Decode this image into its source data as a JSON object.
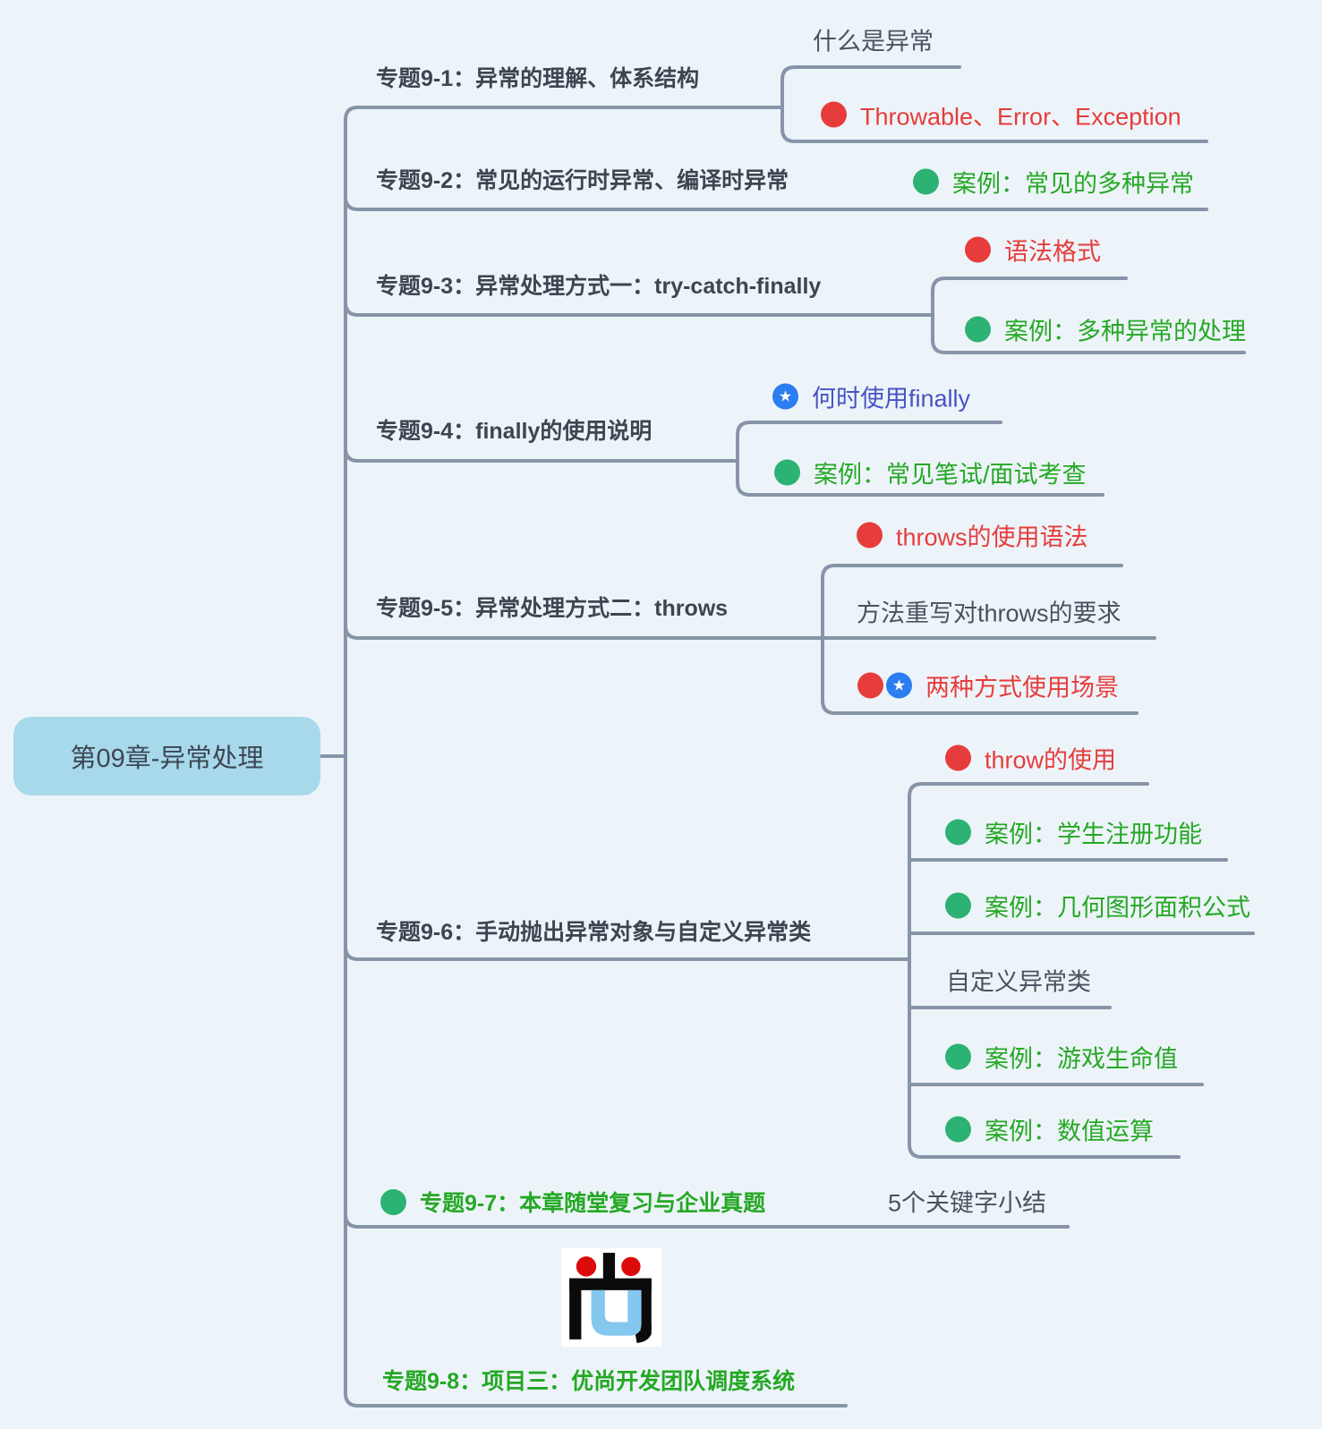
{
  "root": {
    "label": "第09章-异常处理"
  },
  "icons": {
    "star_glyph": "★"
  },
  "logo": {
    "name": "atguigu-shang-logo"
  },
  "colors": {
    "background": "#edf4f9",
    "line": "#8794a8",
    "topic_text": "#3d4551",
    "plain_text": "#49525f",
    "red": "#e73c3c",
    "green_dot": "#2cb273",
    "green_text": "#25a825",
    "blue_badge": "#2b7df0",
    "indigo_text": "#4753c4",
    "root_fill": "#a7d9eb",
    "root_text": "#3e4653",
    "logo_blue": "#85c8ef",
    "logo_red": "#dd0a0a"
  },
  "branches": [
    {
      "label": "专题9-1：异常的理解、体系结构",
      "children": [
        {
          "label": "什么是异常",
          "tone": "plain",
          "marker": "none"
        },
        {
          "label": "Throwable、Error、Exception",
          "tone": "red",
          "marker": "red-dot"
        }
      ]
    },
    {
      "label": "专题9-2：常见的运行时异常、编译时异常",
      "children": [
        {
          "label": "案例：常见的多种异常",
          "tone": "green",
          "marker": "green-dot"
        }
      ]
    },
    {
      "label": "专题9-3：异常处理方式一：try-catch-finally",
      "children": [
        {
          "label": "语法格式",
          "tone": "red",
          "marker": "red-dot"
        },
        {
          "label": "案例：多种异常的处理",
          "tone": "green",
          "marker": "green-dot"
        }
      ]
    },
    {
      "label": "专题9-4：finally的使用说明",
      "children": [
        {
          "label": "何时使用finally",
          "tone": "blue",
          "marker": "blue-star"
        },
        {
          "label": "案例：常见笔试/面试考查",
          "tone": "green",
          "marker": "green-dot"
        }
      ]
    },
    {
      "label": "专题9-5：异常处理方式二：throws",
      "children": [
        {
          "label": "throws的使用语法",
          "tone": "red",
          "marker": "red-dot"
        },
        {
          "label": "方法重写对throws的要求",
          "tone": "plain",
          "marker": "none"
        },
        {
          "label": "两种方式使用场景",
          "tone": "red",
          "marker": "red-dot-blue-star"
        }
      ]
    },
    {
      "label": "专题9-6：手动抛出异常对象与自定义异常类",
      "children": [
        {
          "label": "throw的使用",
          "tone": "red",
          "marker": "red-dot"
        },
        {
          "label": "案例：学生注册功能",
          "tone": "green",
          "marker": "green-dot"
        },
        {
          "label": "案例：几何图形面积公式",
          "tone": "green",
          "marker": "green-dot"
        },
        {
          "label": "自定义异常类",
          "tone": "plain",
          "marker": "none"
        },
        {
          "label": "案例：游戏生命值",
          "tone": "green",
          "marker": "green-dot"
        },
        {
          "label": "案例：数值运算",
          "tone": "green",
          "marker": "green-dot"
        }
      ]
    },
    {
      "label": "专题9-7：本章随堂复习与企业真题",
      "tone": "green",
      "marker": "green-dot",
      "children": [
        {
          "label": "5个关键字小结",
          "tone": "plain",
          "marker": "none"
        }
      ]
    },
    {
      "label": "专题9-8：项目三：优尚开发团队调度系统",
      "tone": "green",
      "marker": "none",
      "children": []
    }
  ]
}
